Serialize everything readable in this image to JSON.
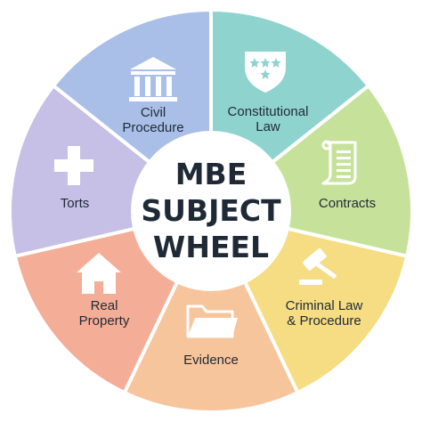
{
  "diagram": {
    "center_title_lines": [
      "MBE",
      "SUBJECT",
      "WHEEL"
    ],
    "colors": {
      "icon": "#ffffff",
      "text": "#1f2a36",
      "divider": "#ffffff",
      "hub": "#ffffff"
    },
    "segments": [
      {
        "lines": [
          "Constitutional",
          "Law"
        ],
        "icon": "shield-stars-icon",
        "color": "#8fd3cf"
      },
      {
        "lines": [
          "Contracts"
        ],
        "icon": "scroll-icon",
        "color": "#c6e29a"
      },
      {
        "lines": [
          "Criminal Law",
          "& Procedure"
        ],
        "icon": "gavel-icon",
        "color": "#f6dc82"
      },
      {
        "lines": [
          "Evidence"
        ],
        "icon": "folder-icon",
        "color": "#f7c59c"
      },
      {
        "lines": [
          "Real",
          "Property"
        ],
        "icon": "house-icon",
        "color": "#f4ad97"
      },
      {
        "lines": [
          "Torts"
        ],
        "icon": "cross-icon",
        "color": "#c6bfe6"
      },
      {
        "lines": [
          "Civil",
          "Procedure"
        ],
        "icon": "courthouse-icon",
        "color": "#a9bfe8"
      }
    ]
  }
}
